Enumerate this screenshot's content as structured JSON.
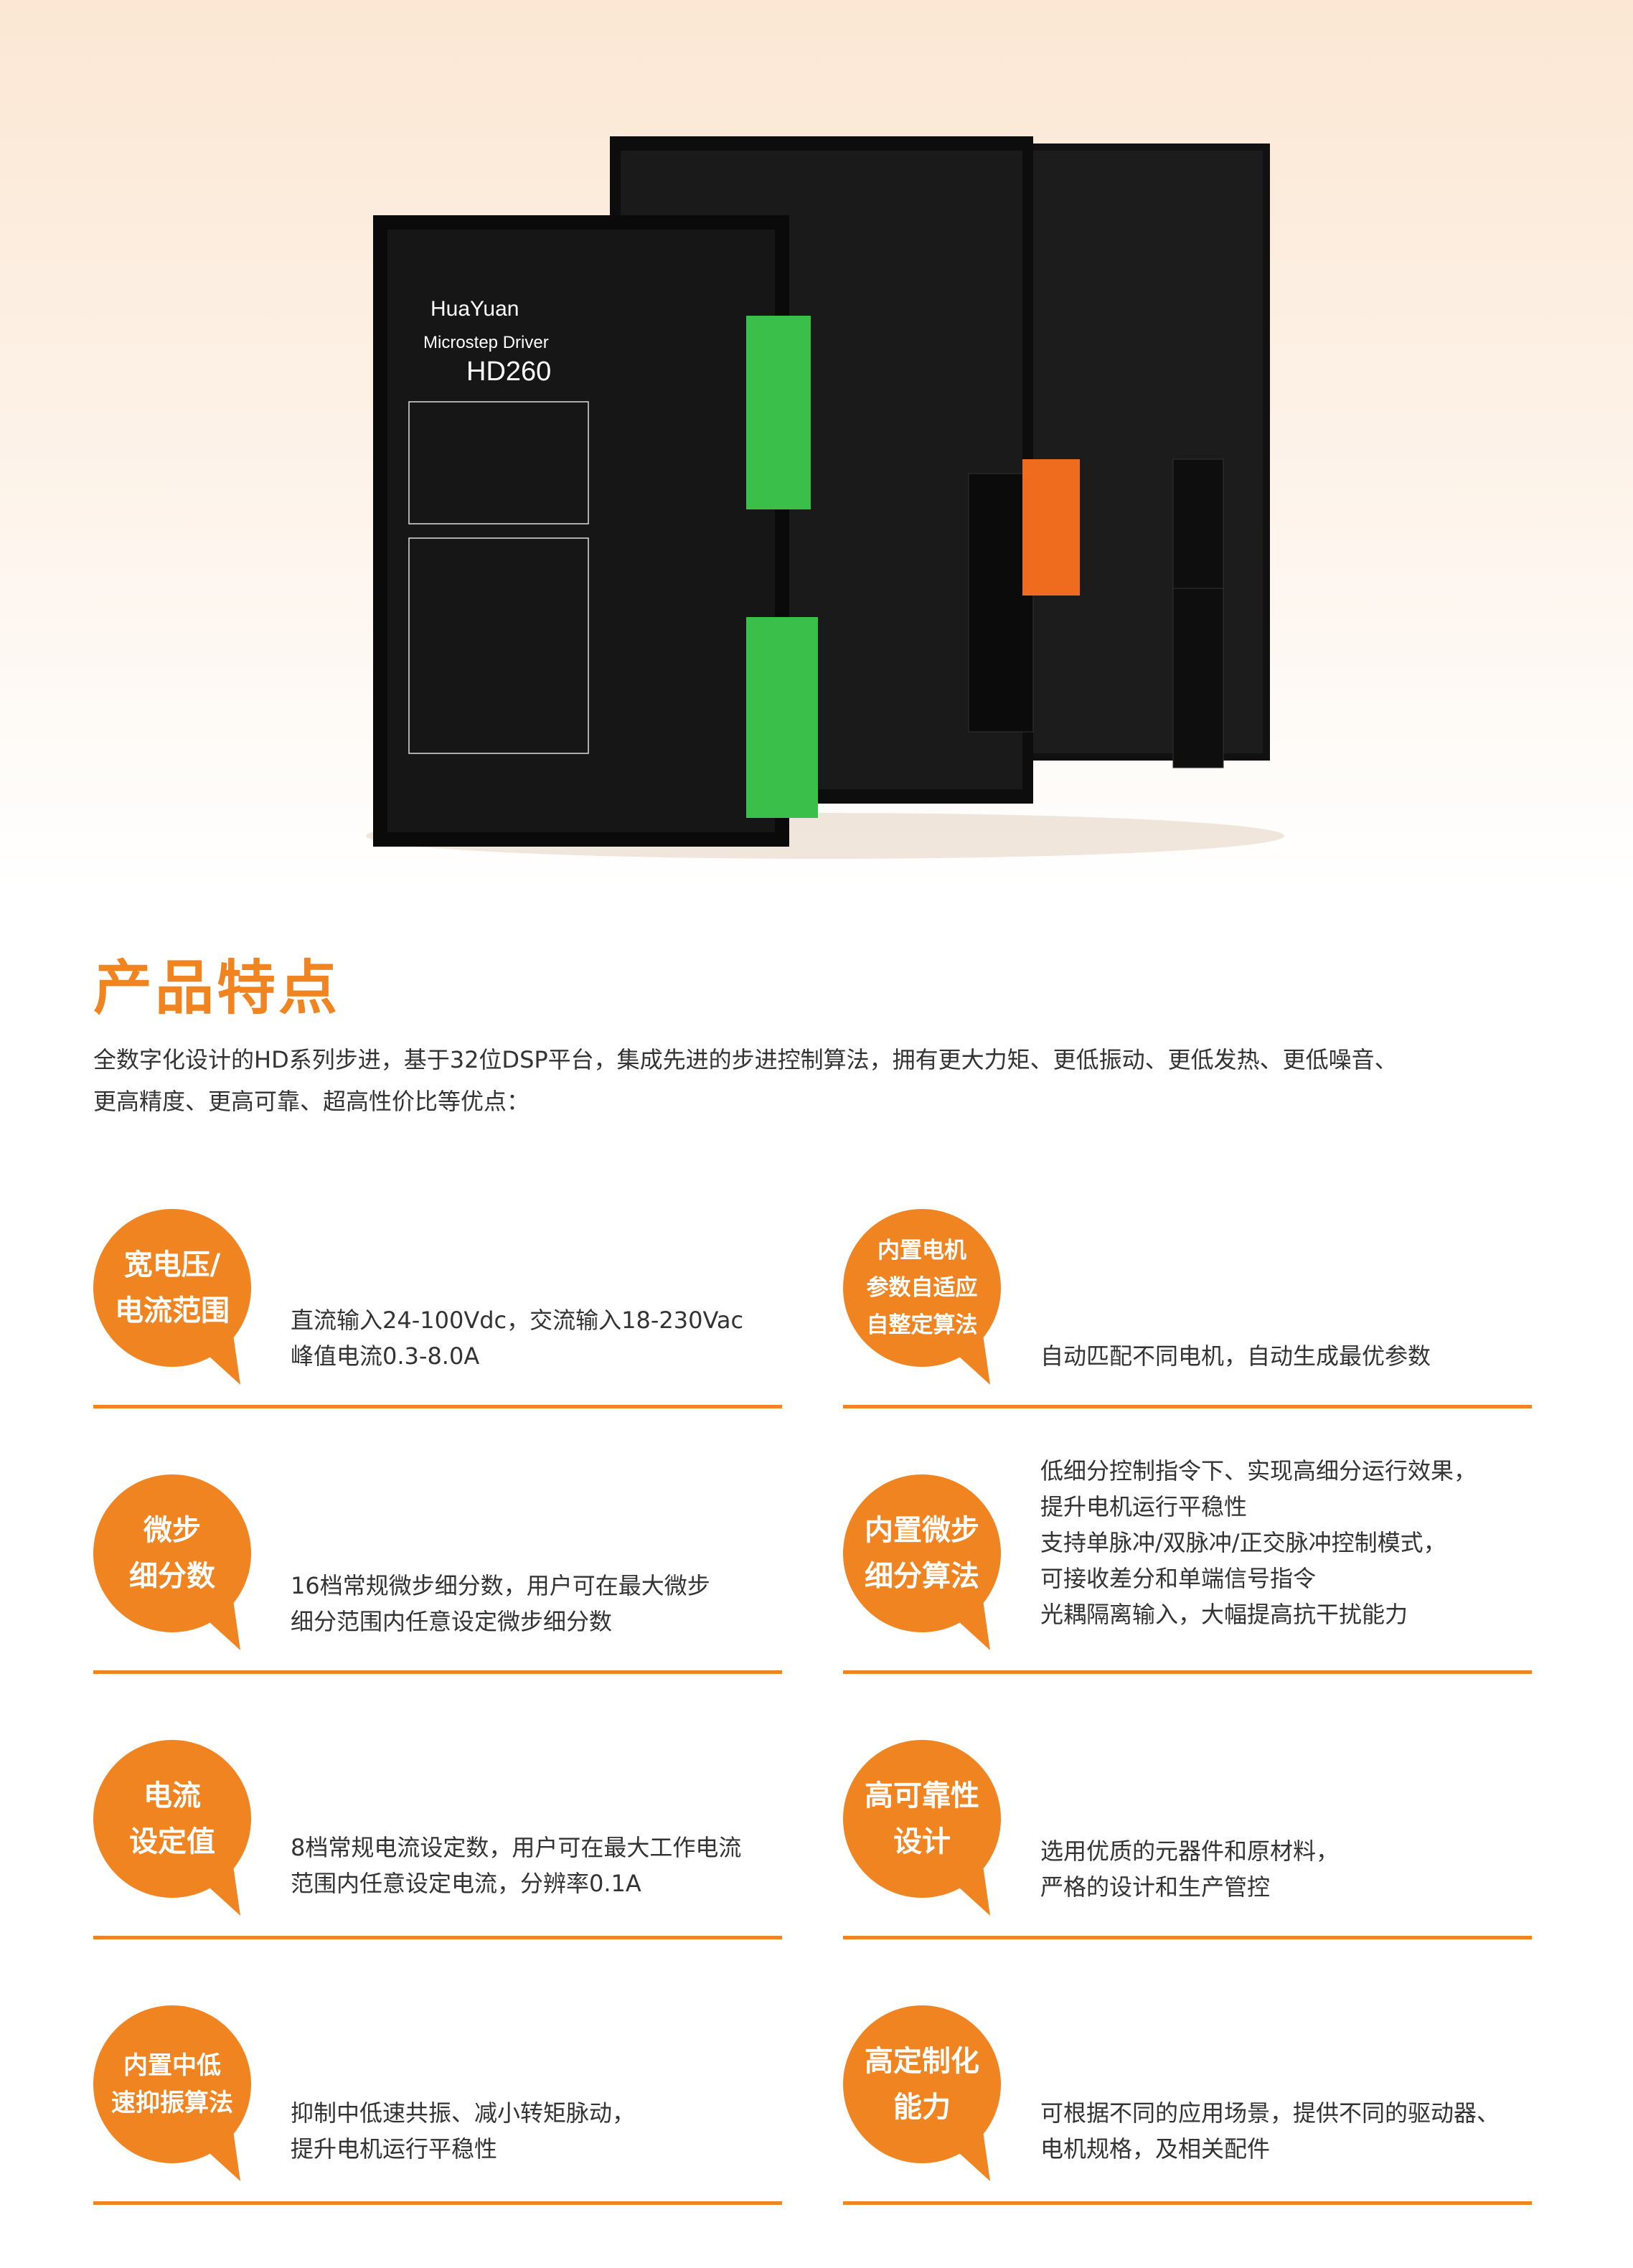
{
  "product": {
    "brand": "HuaYuan",
    "model_label": "Microstep Driver",
    "model": "HD260"
  },
  "section": {
    "title": "产品特点",
    "intro_line1": "全数字化设计的HD系列步进，基于32位DSP平台，集成先进的步进控制算法，拥有更大力矩、更低振动、更低发热、更低噪音、",
    "intro_line2": "更高精度、更高可靠、超高性价比等优点："
  },
  "features": {
    "f1": {
      "badge": [
        "宽电压/",
        "电流范围"
      ],
      "lines": [
        "直流输入24-100Vdc，交流输入18-230Vac",
        "峰值电流0.3-8.0A"
      ]
    },
    "f2": {
      "badge": [
        "内置电机",
        "参数自适应",
        "自整定算法"
      ],
      "lines": [
        "自动匹配不同电机，自动生成最优参数"
      ]
    },
    "f3": {
      "badge": [
        "微步",
        "细分数"
      ],
      "lines": [
        "16档常规微步细分数，用户可在最大微步",
        "细分范围内任意设定微步细分数"
      ]
    },
    "f4": {
      "badge": [
        "内置微步",
        "细分算法"
      ],
      "lines": [
        "低细分控制指令下、实现高细分运行效果，",
        "提升电机运行平稳性",
        "支持单脉冲/双脉冲/正交脉冲控制模式，",
        "可接收差分和单端信号指令",
        "光耦隔离输入，大幅提高抗干扰能力"
      ]
    },
    "f5": {
      "badge": [
        "电流",
        "设定值"
      ],
      "lines": [
        "8档常规电流设定数，用户可在最大工作电流",
        "范围内任意设定电流，分辨率0.1A"
      ]
    },
    "f6": {
      "badge": [
        "高可靠性",
        "设计"
      ],
      "lines": [
        "选用优质的元器件和原材料，",
        "严格的设计和生产管控"
      ]
    },
    "f7": {
      "badge": [
        "内置中低",
        "速抑振算法"
      ],
      "lines": [
        "抑制中低速共振、减小转矩脉动，",
        "提升电机运行平稳性"
      ]
    },
    "f8": {
      "badge": [
        "高定制化",
        "能力"
      ],
      "lines": [
        "可根据不同的应用场景，提供不同的驱动器、",
        "电机规格，及相关配件"
      ]
    }
  },
  "colors": {
    "accent": "#f08421",
    "text": "#333333"
  }
}
